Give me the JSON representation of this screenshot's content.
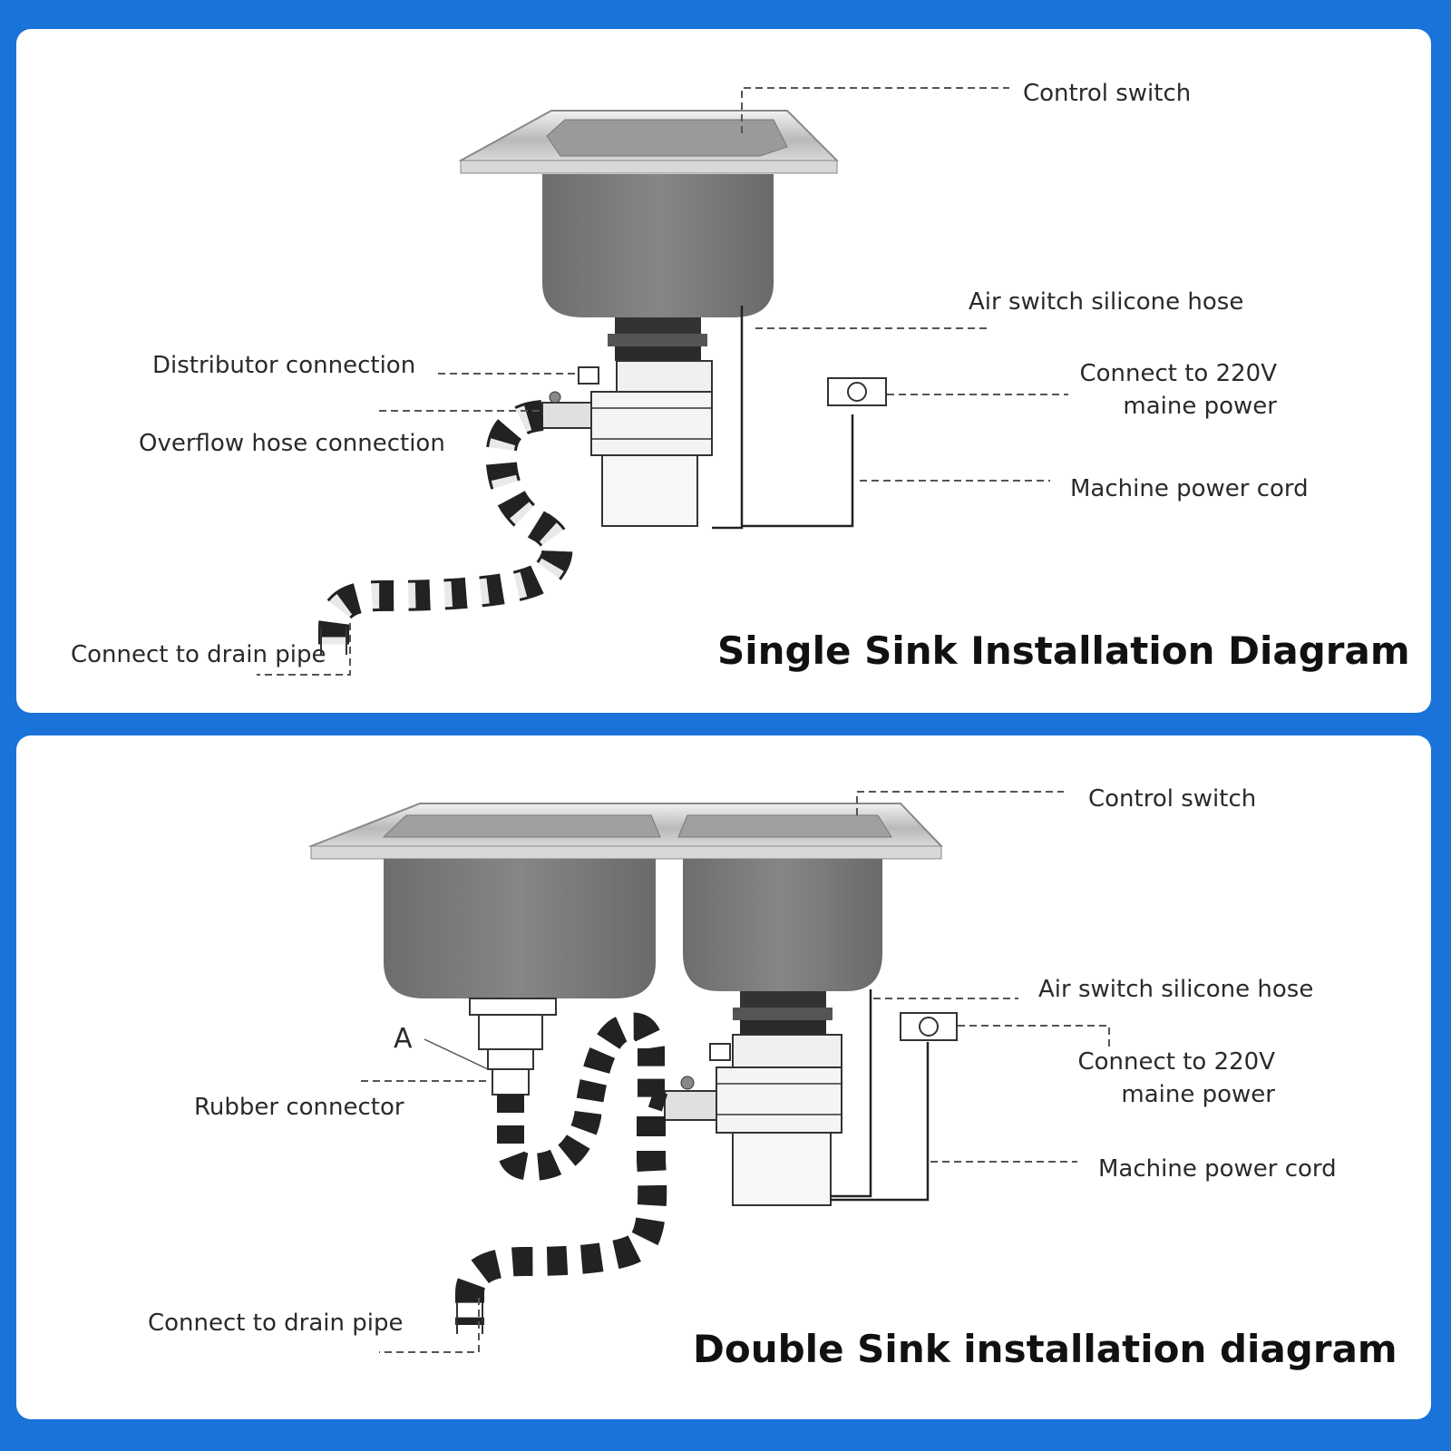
{
  "single": {
    "title": "Single Sink Installation Diagram",
    "labels": {
      "control_switch": "Control switch",
      "air_switch_hose": "Air switch silicone hose",
      "distributor": "Distributor connection",
      "power_220v_line1": "Connect to 220V",
      "power_220v_line2": "maine power",
      "overflow": "Overflow hose connection",
      "power_cord": "Machine power cord",
      "drain": "Connect to drain pipe"
    }
  },
  "double": {
    "title": "Double Sink installation diagram",
    "labels": {
      "control_switch": "Control switch",
      "air_switch_hose": "Air switch silicone hose",
      "marker_a": "A",
      "power_220v_line1": "Connect to 220V",
      "power_220v_line2": "maine power",
      "rubber_connector": "Rubber connector",
      "power_cord": "Machine power cord",
      "drain": "Connect to drain pipe"
    }
  },
  "colors": {
    "background": "#1a73d9",
    "panel": "#ffffff",
    "basin": "#7a7a7a",
    "steel": "#c9c9c9",
    "hose_dark": "#222222",
    "leader_line": "#555555"
  }
}
